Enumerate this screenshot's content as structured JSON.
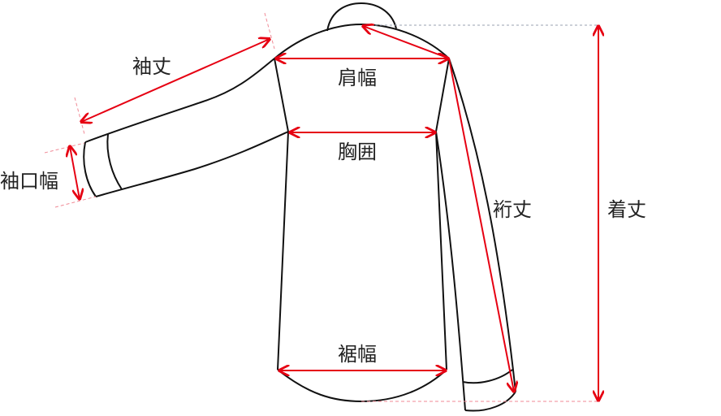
{
  "labels": {
    "sleeve_length": "袖丈",
    "shoulder_width": "肩幅",
    "chest": "胸囲",
    "cuff_width": "袖口幅",
    "yuki_length": "裄丈",
    "total_length": "着丈",
    "hem_width": "裾幅"
  },
  "colors": {
    "measurement": "#e60012",
    "outline": "#111111",
    "guide": "#f08a96"
  }
}
